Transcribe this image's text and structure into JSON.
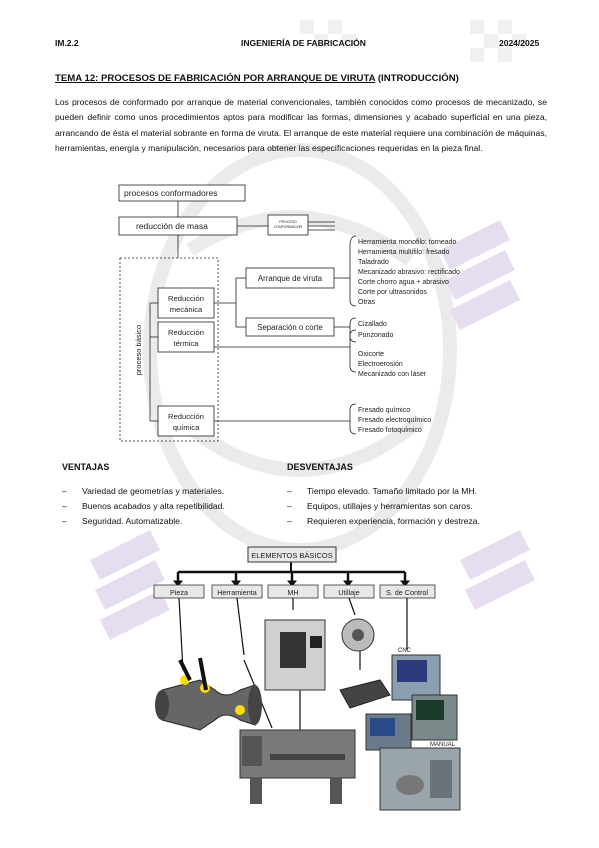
{
  "header": {
    "code": "IM.2.2",
    "subject": "INGENIERÍA DE FABRICACIÓN",
    "year": "2024/2025"
  },
  "title": {
    "underlined": "TEMA 12: PROCESOS DE FABRICACIÓN POR ARRANQUE DE VIRUTA",
    "rest": " (INTRODUCCIÓN)"
  },
  "intro": "Los procesos de conformado por arranque de material convencionales, también conocidos como procesos de mecanizado, se pueden definir como unos procedimientos aptos para modificar las formas, dimensiones y acabado superficial en una pieza, arrancando de ésta el material sobrante en forma de viruta. El arranque de este material requiere una combinación de máquinas, herramientas, energía y manipulación, necesarios para obtener las especificaciones requeridas en la pieza final.",
  "diagram": {
    "top": "procesos conformadores",
    "reduccion_masa": "reducción de masa",
    "proceso_box": [
      "PROCESO",
      "CONFORMADOR"
    ],
    "proceso_basico": "proceso básico",
    "mecanica": [
      "Reducción",
      "mecánica"
    ],
    "termica": [
      "Reducción",
      "térmica"
    ],
    "quimica": [
      "Reducción",
      "química"
    ],
    "arranque": "Arranque de viruta",
    "separacion": "Separación o corte",
    "arranque_list": [
      "Herramienta monofilo: torneado",
      "Herramienta multifilo: fresado",
      "Taladrado",
      "Mecanizado abrasivo: rectificado",
      "Corte chorro agua + abrasivo",
      "Corte por ultrasonidos",
      "Otras"
    ],
    "separacion_list": [
      "Cizallado",
      "Punzonado"
    ],
    "termica_list": [
      "Oxicorte",
      "Electroerosión",
      "Mecanizado con láser"
    ],
    "quimica_list": [
      "Fresado químico",
      "Fresado electroquímico",
      "Fresado fotoquímico"
    ]
  },
  "ventajas": {
    "heading": "VENTAJAS",
    "items": [
      "Variedad de geometrías y materiales.",
      "Buenos acabados y alta repetibilidad.",
      "Seguridad. Automatizable."
    ]
  },
  "desventajas": {
    "heading": "DESVENTAJAS",
    "items": [
      "Tiempo elevado. Tamaño limitado por la MH.",
      "Equipos, utillajes y herramientas son caros.",
      "Requieren experiencia, formación y destreza."
    ]
  },
  "elementos": {
    "root": "ELEMENTOS BÁSICOS",
    "children": [
      "Pieza",
      "Herramienta",
      "MH",
      "Utillaje",
      "S. de Control"
    ],
    "cnc_label": "CNC",
    "manual_label": "MANUAL"
  },
  "dash": "–"
}
